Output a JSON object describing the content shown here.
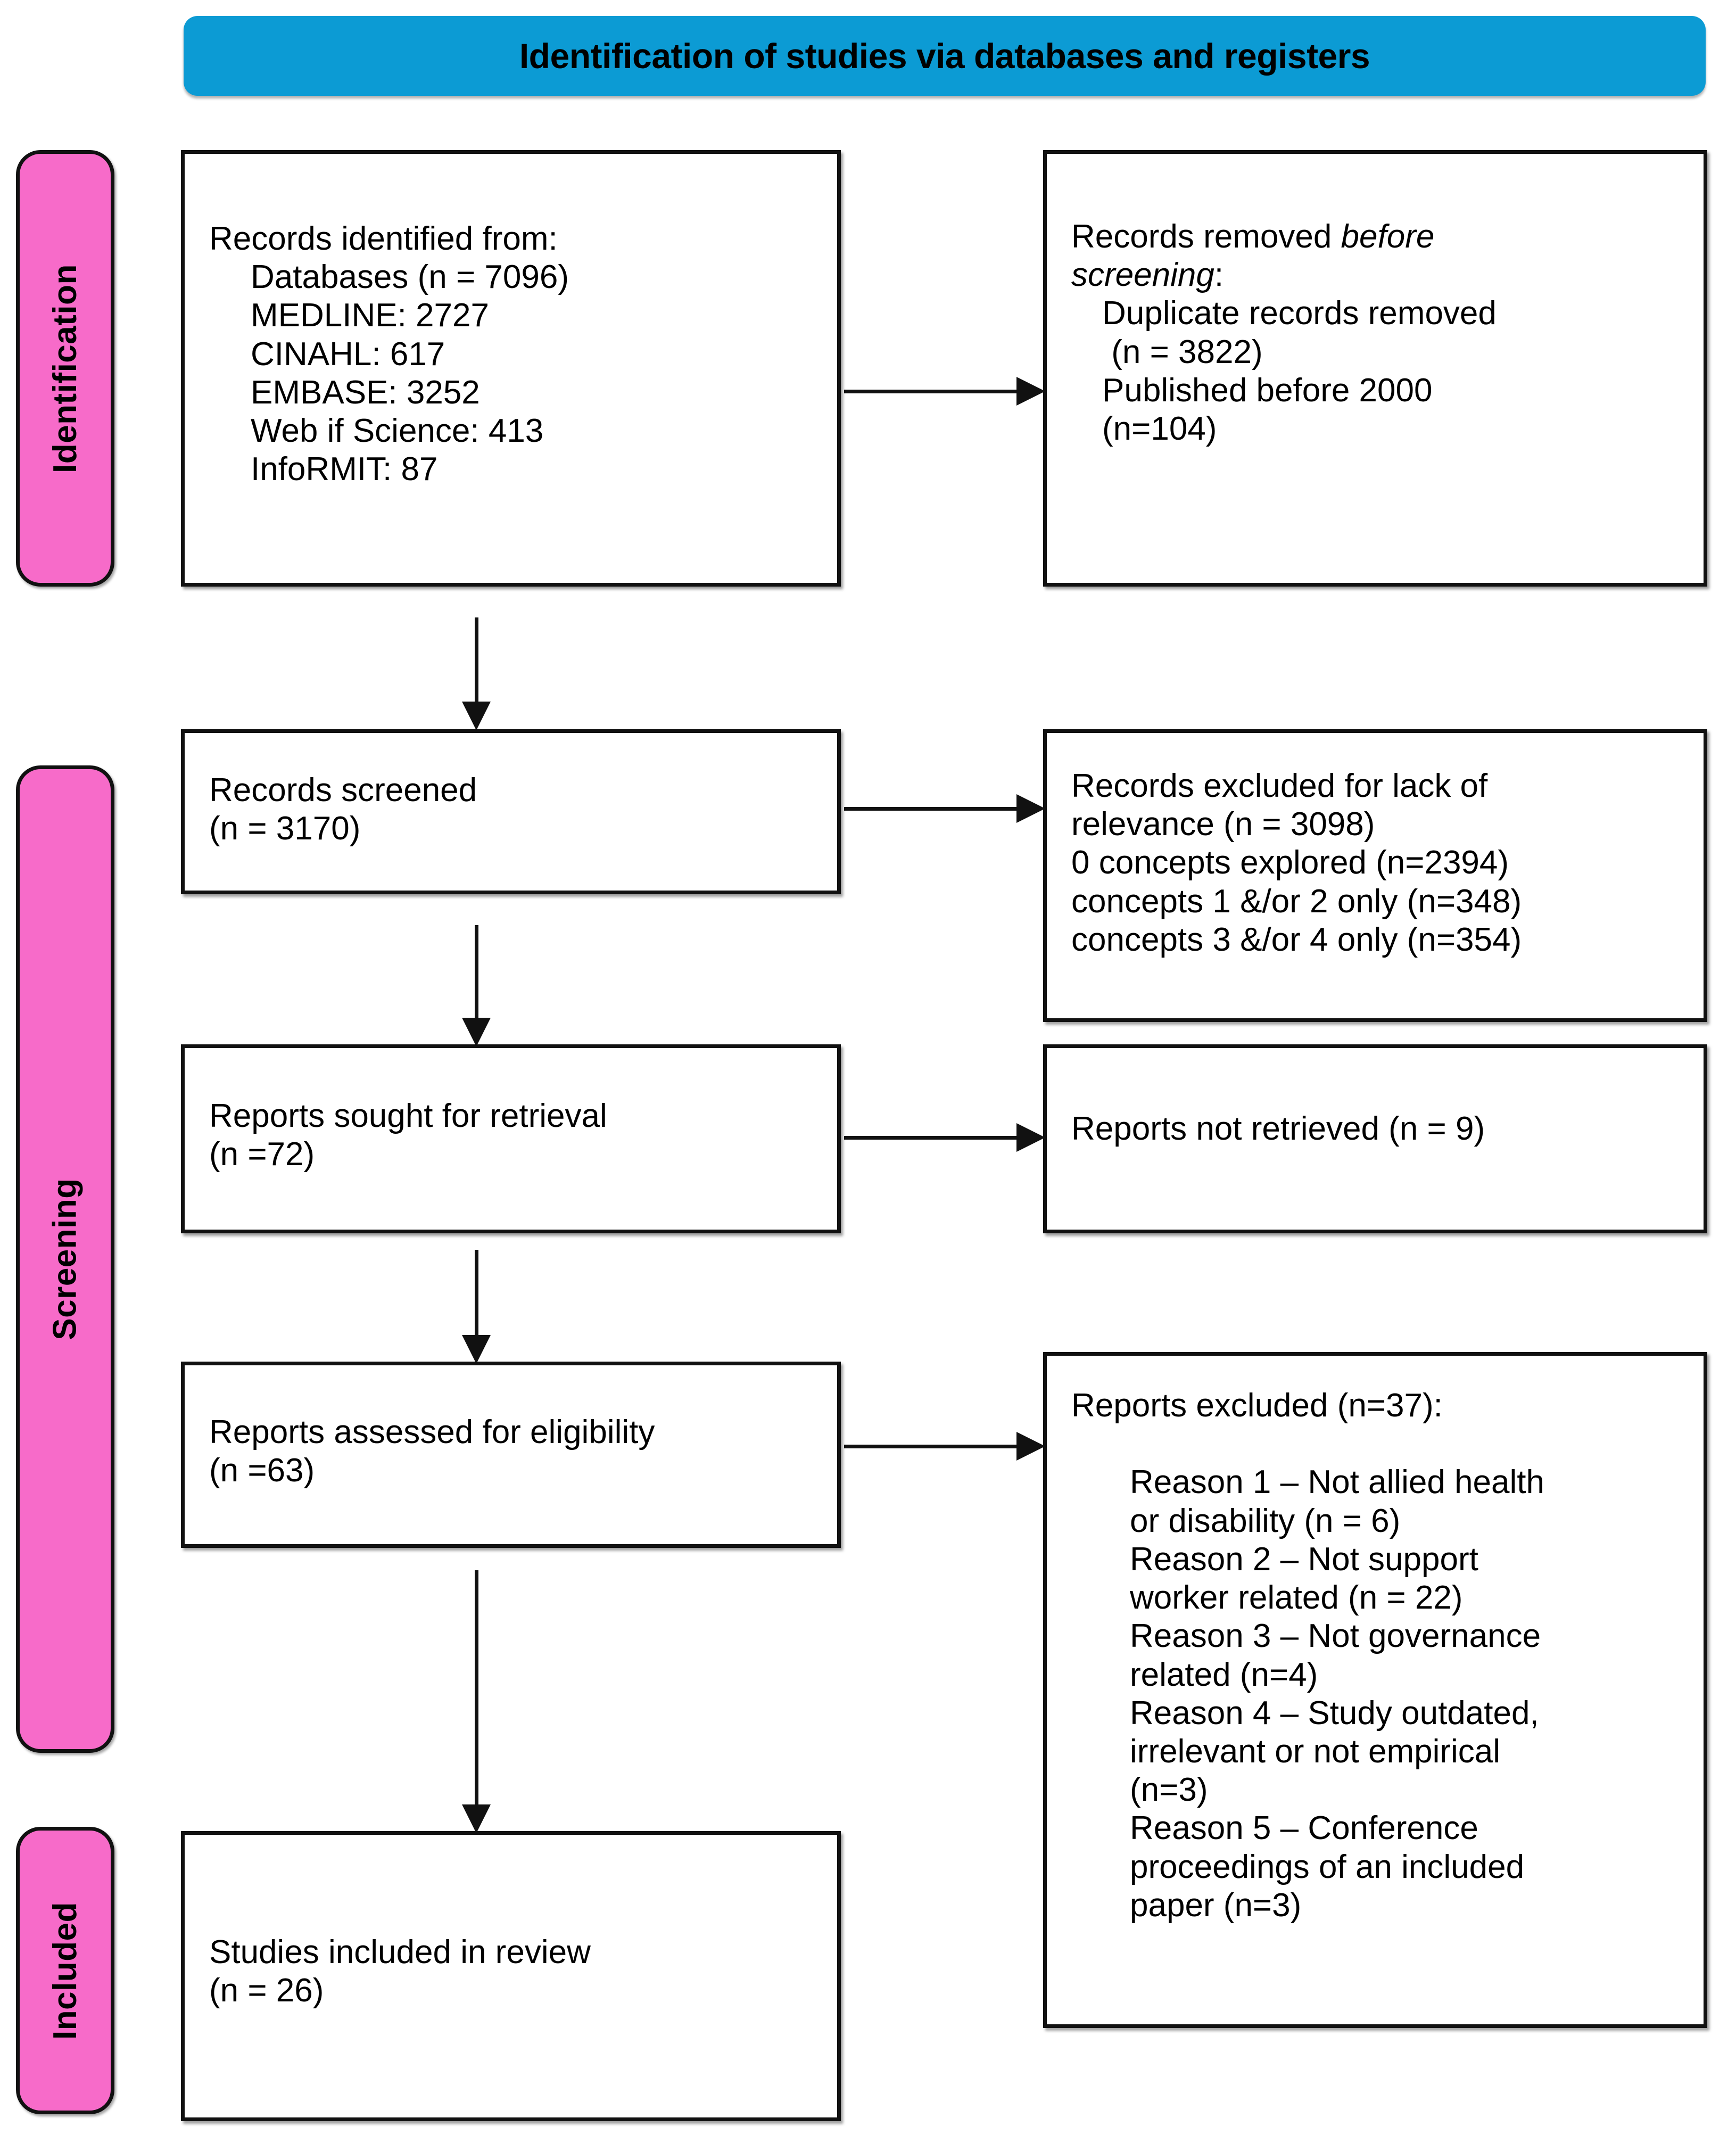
{
  "banner": {
    "title": "Identification of studies via databases and registers"
  },
  "stages": [
    {
      "key": "identification",
      "label": "Identification"
    },
    {
      "key": "screening",
      "label": "Screening"
    },
    {
      "key": "included",
      "label": "Included"
    }
  ],
  "boxes": {
    "identified": {
      "heading": "Records identified from:",
      "lines": [
        "Databases (n = 7096)",
        "MEDLINE: 2727",
        "CINAHL: 617",
        "EMBASE: 3252",
        "Web if Science: 413",
        "InfoRMIT: 87"
      ]
    },
    "removed": {
      "heading_pre": "Records removed ",
      "heading_italic": "before",
      "heading_italic2": "screening",
      "heading_post": ":",
      "lines": [
        "Duplicate records removed",
        " (n = 3822)",
        "Published before 2000",
        "(n=104)"
      ]
    },
    "screened": {
      "line1": "Records screened",
      "line2": "(n = 3170)"
    },
    "excluded_relevance": {
      "line1": "Records excluded for lack of",
      "line2": "relevance (n = 3098)",
      "line3": "0 concepts explored (n=2394)",
      "line4": "concepts 1 &/or 2 only (n=348)",
      "line5": "concepts 3 &/or 4 only (n=354)"
    },
    "sought": {
      "line1": "Reports sought for retrieval",
      "line2": "(n =72)"
    },
    "not_retrieved": {
      "line1": "Reports not retrieved (n = 9)"
    },
    "assessed": {
      "line1": "Reports assessed for eligibility",
      "line2": "(n =63)"
    },
    "excluded_reports": {
      "heading": "Reports excluded (n=37):",
      "reasons": [
        "Reason 1 – Not allied health",
        "or disability (n = 6)",
        "Reason 2 – Not support",
        "worker related (n = 22)",
        "Reason 3 – Not governance",
        "related (n=4)",
        "Reason 4 – Study outdated,",
        "irrelevant or not empirical",
        "(n=3)",
        "Reason 5 – Conference",
        "proceedings of an included",
        "paper (n=3)"
      ]
    },
    "included_studies": {
      "line1": "Studies included in review",
      "line2": "(n = 26)"
    }
  },
  "colors": {
    "banner_blue": "#0C9BD4",
    "stage_pink": "#F76BC9",
    "outline_black": "#111111"
  }
}
